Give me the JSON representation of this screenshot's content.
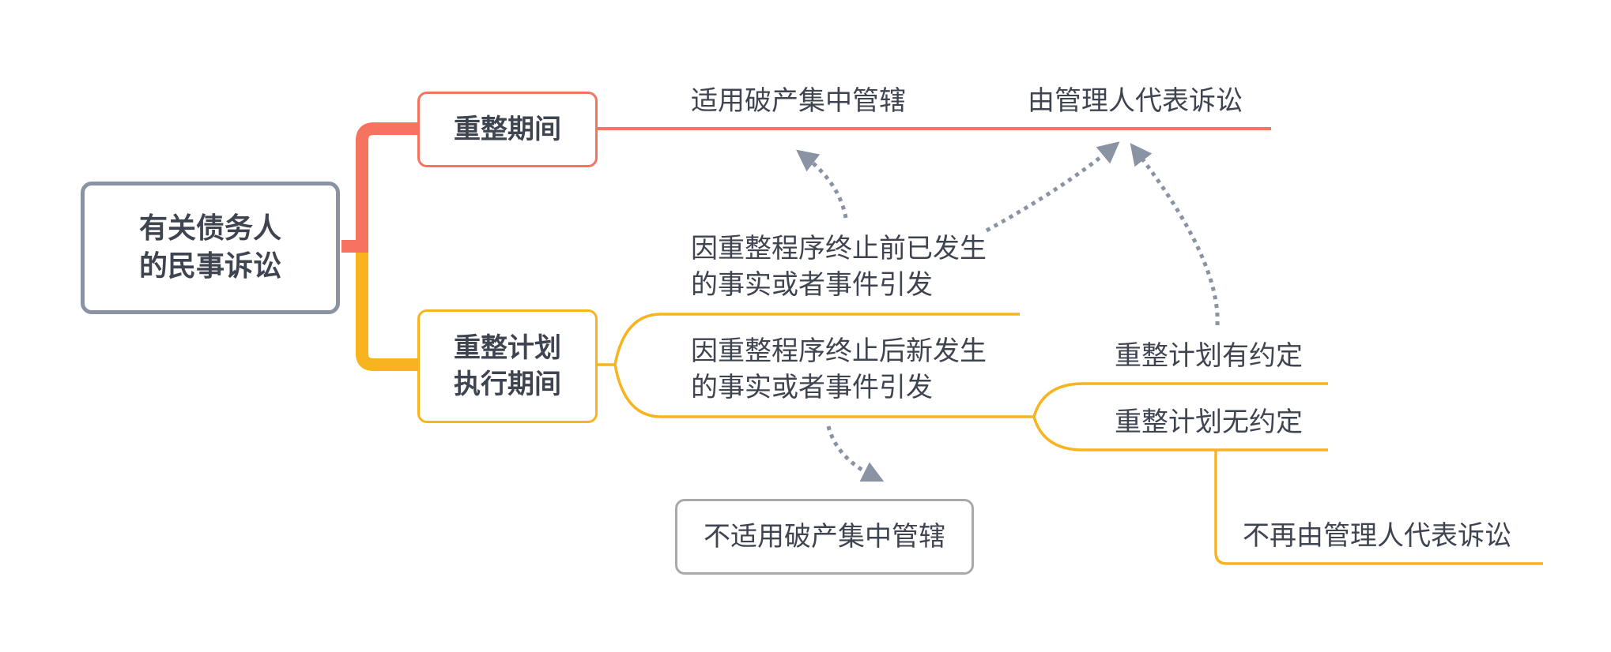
{
  "diagram": {
    "root": {
      "line1": "有关债务人",
      "line2": "的民事诉讼"
    },
    "branch_reorg_period": {
      "label": "重整期间",
      "topic_jurisdiction": "适用破产集中管辖",
      "topic_representation": "由管理人代表诉讼"
    },
    "branch_plan_execution": {
      "line1": "重整计划",
      "line2": "执行期间",
      "case_before": {
        "line1": "因重整程序终止前已发生",
        "line2": "的事实或者事件引发"
      },
      "case_after": {
        "line1": "因重整程序终止后新发生",
        "line2": "的事实或者事件引发"
      },
      "plan_agreed": "重整计划有约定",
      "plan_not_agreed": "重整计划无约定",
      "result_no_manager": "不再由管理人代表诉讼",
      "result_no_jurisdiction": "不适用破产集中管辖"
    },
    "colors": {
      "root_border": "#8a93a4",
      "red_branch": "#f5735f",
      "yellow_branch": "#f8b41f",
      "gray_box": "#a9a9a9",
      "dotted_arrow": "#8a93a4",
      "text": "#3f4451"
    }
  }
}
